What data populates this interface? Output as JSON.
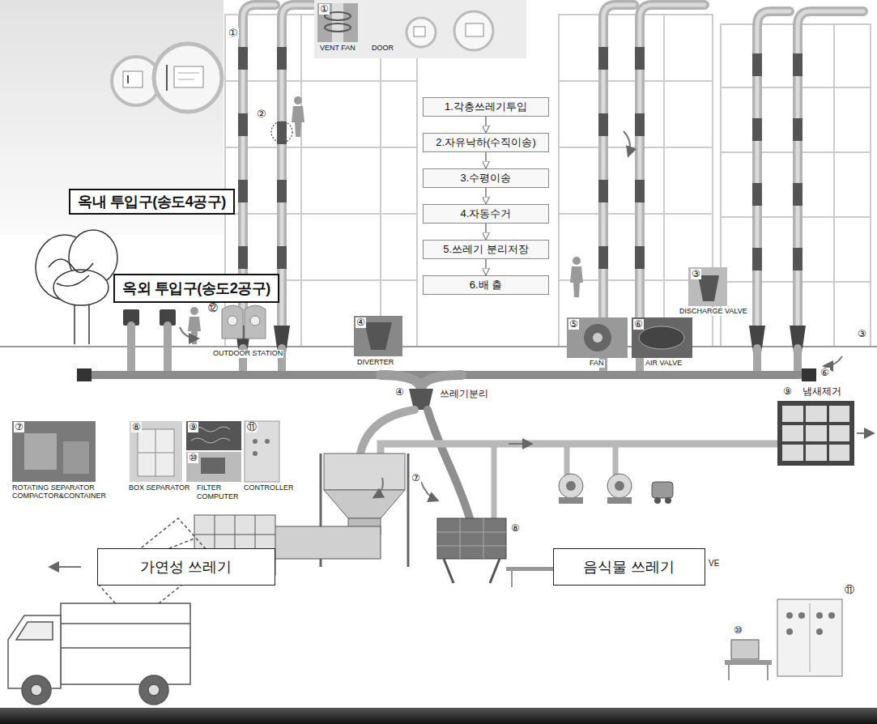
{
  "diagram": {
    "nodes": [
      {
        "text": [
          "옥내 투입구(송도4공구)"
        ]
      },
      {
        "text": [
          "옥외 투입구(송도2공구)"
        ]
      },
      {
        "text": [
          "1.각층쓰레기투입"
        ]
      },
      {
        "text": [
          "2.자유낙하(수직이송)"
        ]
      },
      {
        "text": [
          "3.수평이송"
        ]
      },
      {
        "text": [
          "4.자동수거"
        ]
      },
      {
        "text": [
          "5.쓰레기 분리저장"
        ]
      },
      {
        "text": [
          "6.배 출"
        ]
      },
      {
        "text": [
          "가연성 쓰레기"
        ]
      },
      {
        "text": [
          "음식물 쓰레기"
        ]
      }
    ],
    "edges": [
      {
        "from": 2,
        "to": 3,
        "arrow": "to"
      },
      {
        "from": 3,
        "to": 4,
        "arrow": "to"
      },
      {
        "from": 4,
        "to": 5,
        "arrow": "to"
      },
      {
        "from": 5,
        "to": 6,
        "arrow": "to"
      },
      {
        "from": 6,
        "to": 7,
        "arrow": "to"
      }
    ],
    "labels": [
      "①",
      "①",
      "VENT FAN",
      "DOOR",
      "②",
      "③",
      "DISCHARGE VALVE",
      "③",
      "⑫",
      "OUTDOOR STATION",
      "④",
      "DIVERTER",
      "⑤",
      "FAN",
      "⑥",
      "AIR VALVE",
      "⑥",
      "④",
      "쓰레기분리",
      "냄새제거",
      "⑨",
      "⑦",
      "ROTATING SEPARATOR COMPACTOR&CONTAINER",
      "⑧",
      "BOX SEPARATOR",
      "⑨",
      "FILTER",
      "⑩",
      "COMPUTER",
      "⑪",
      "CONTROLLER",
      "⑦",
      "VE",
      "⑧",
      "⑩",
      "⑪"
    ]
  }
}
